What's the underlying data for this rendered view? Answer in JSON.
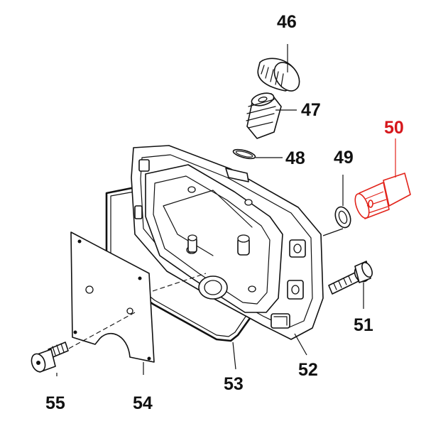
{
  "callouts": {
    "c46": "46",
    "c47": "47",
    "c48": "48",
    "c49": "49",
    "c50": "50",
    "c51": "51",
    "c52": "52",
    "c53": "53",
    "c54": "54",
    "c55": "55"
  },
  "colors": {
    "line": "#111111",
    "highlight": "#d6171c",
    "background": "#ffffff"
  }
}
